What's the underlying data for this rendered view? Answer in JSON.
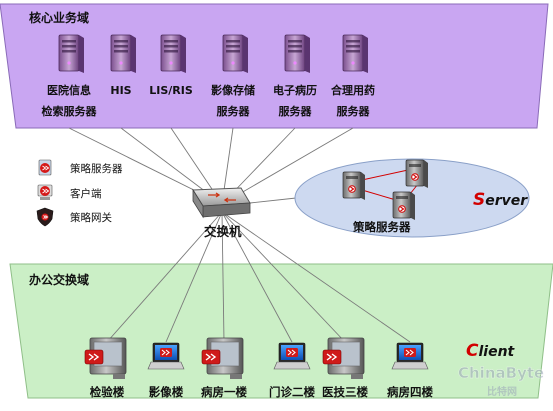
{
  "core_zone": {
    "title": "核心业务域",
    "servers": [
      {
        "line1": "医院信息",
        "line2": "检索服务器"
      },
      {
        "line1": "HIS",
        "line2": ""
      },
      {
        "line1": "LIS/RIS",
        "line2": ""
      },
      {
        "line1": "影像存储",
        "line2": "服务器"
      },
      {
        "line1": "电子病历",
        "line2": "服务器"
      },
      {
        "line1": "合理用药",
        "line2": "服务器"
      }
    ]
  },
  "legend": [
    {
      "icon": "policy-server-icon",
      "label": "策略服务器"
    },
    {
      "icon": "client-icon",
      "label": "客户端"
    },
    {
      "icon": "policy-gateway-icon",
      "label": "策略网关"
    }
  ],
  "switch": {
    "label": "交换机"
  },
  "server_group": {
    "label": "策略服务器"
  },
  "server_side": {
    "initial": "S",
    "rest": "erver"
  },
  "office_zone": {
    "title": "办公交换域",
    "clients": [
      {
        "label": "检验楼",
        "type": "tower"
      },
      {
        "label": "影像楼",
        "type": "laptop"
      },
      {
        "label": "病房一楼",
        "type": "tower"
      },
      {
        "label": "门诊二楼",
        "type": "laptop"
      },
      {
        "label": "医技三楼",
        "type": "tower"
      },
      {
        "label": "病房四楼",
        "type": "laptop"
      }
    ]
  },
  "client_side": {
    "initial": "C",
    "rest": "lient"
  },
  "watermark": {
    "brand": "ChinaByte",
    "sub": "比特网"
  },
  "colors": {
    "core_zone": "#c9a6f2",
    "office_zone": "#cbefc6",
    "server_ellipse": "#cdd9f0",
    "accent_red": "#d20000",
    "link": "#7a7a7a"
  }
}
